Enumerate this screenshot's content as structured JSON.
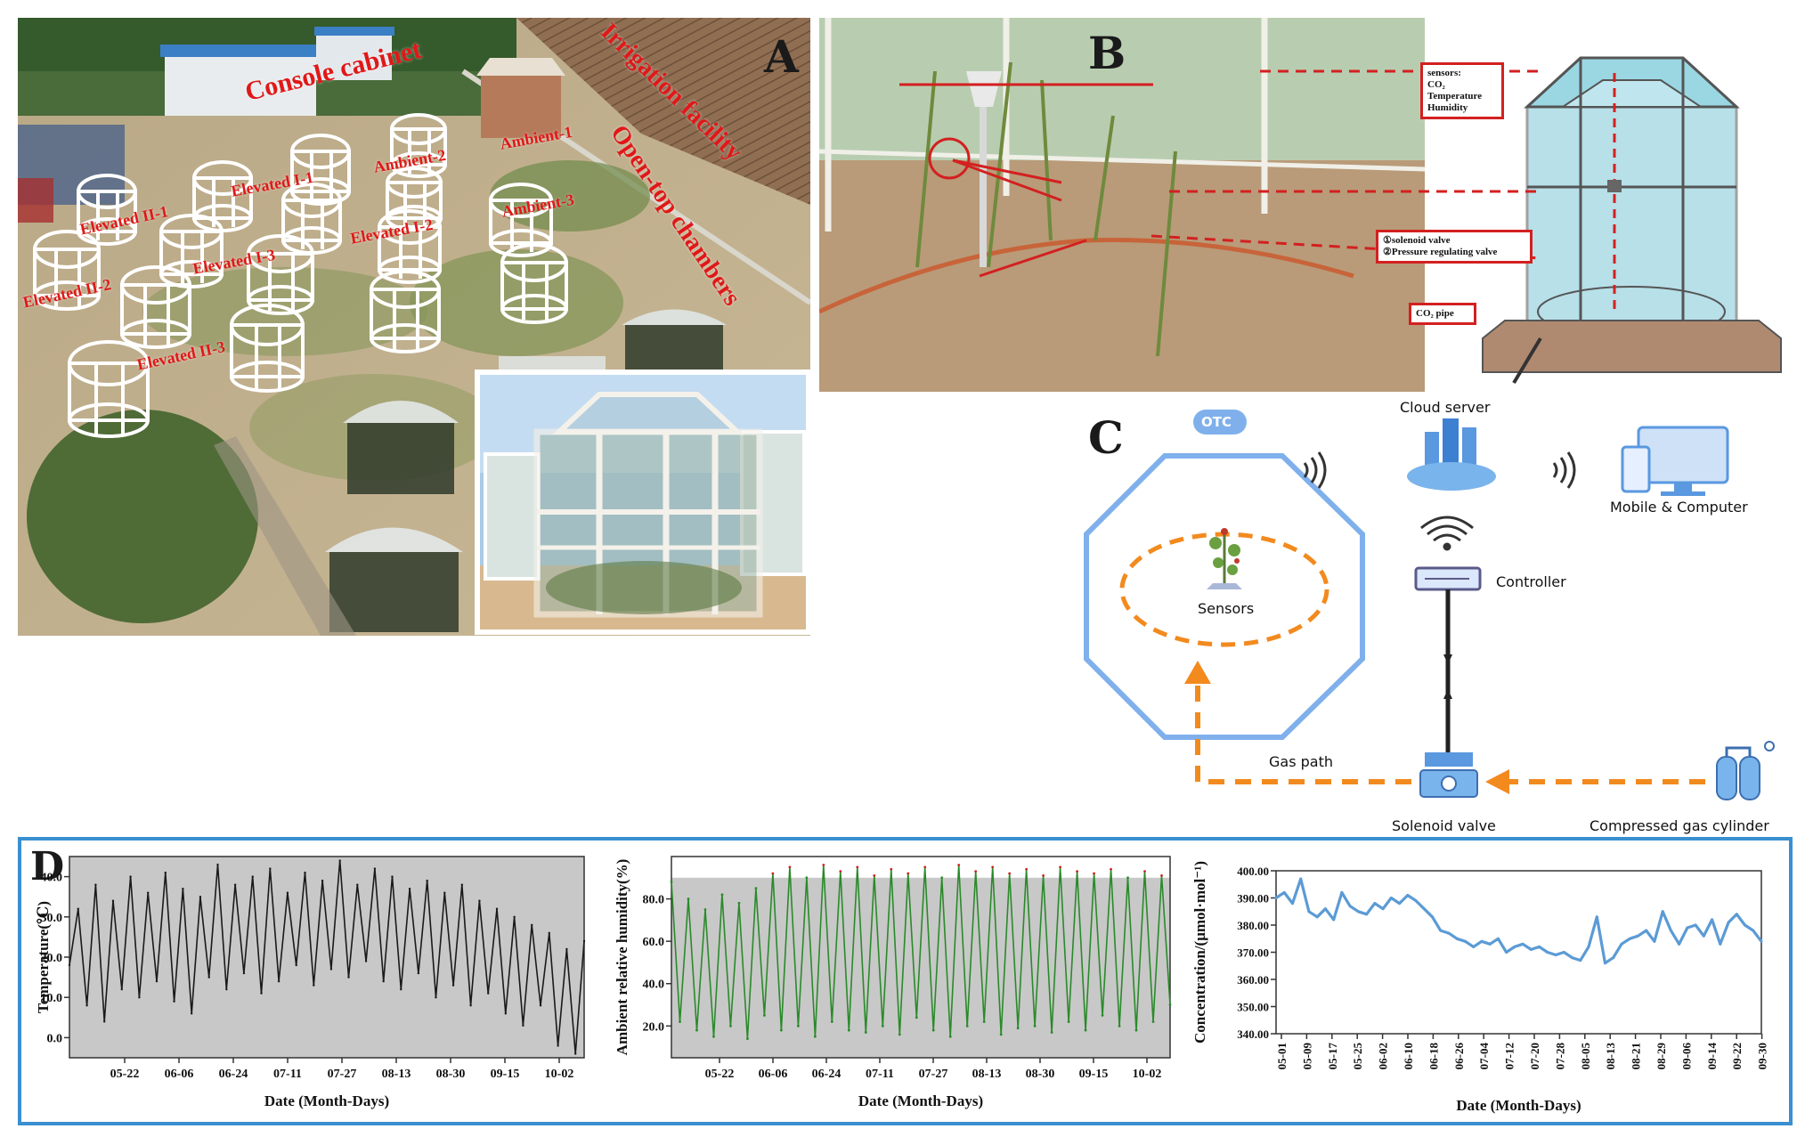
{
  "panelA": {
    "letter": "A",
    "labels": {
      "console": "Console cabinet",
      "irrigation": "Irrigation facility",
      "otc": "Open-top chambers",
      "ambient1": "Ambient-1",
      "ambient2": "Ambient-2",
      "ambient3": "Ambient-3",
      "elevI1": "Elevated I-1",
      "elevI2": "Elevated I-2",
      "elevI3": "Elevated I-3",
      "elevII1": "Elevated II-1",
      "elevII2": "Elevated II-2",
      "elevII3": "Elevated II-3"
    }
  },
  "panelB": {
    "letter": "B",
    "sensors_title": "sensors:",
    "sensors_co2": "CO₂",
    "sensors_temp": "Temperature",
    "sensors_hum": "Humidity",
    "valve1": "①solenoid valve",
    "valve2": "②Pressure regulating valve",
    "pipe": "CO₂ pipe"
  },
  "panelC": {
    "letter": "C",
    "otc_badge": "OTC",
    "sensors": "Sensors",
    "cloud": "Cloud server",
    "mobile": "Mobile & Computer",
    "controller": "Controller",
    "gas_path": "Gas path",
    "solenoid": "Solenoid valve",
    "cylinder": "Compressed gas cylinder"
  },
  "panelD": {
    "letter": "D"
  },
  "colors": {
    "frame_blue": "#3a8fd0",
    "label_red": "#e01818",
    "arrow_orange": "#f28a1e",
    "otc_blue": "#7fb0ec",
    "line_blue": "#5b9bd5"
  },
  "chart_data": [
    {
      "type": "line",
      "xlabel": "Date (Month-Days)",
      "ylabel": "Temperature(℃)",
      "x_ticks": [
        "05-22",
        "06-06",
        "06-24",
        "07-11",
        "07-27",
        "08-13",
        "08-30",
        "09-15",
        "10-02"
      ],
      "y_ticks": [
        "0.0",
        "10.0",
        "20.0",
        "30.0",
        "40.0"
      ],
      "ylim": [
        -5,
        45
      ],
      "series_color": "#1a1a1a",
      "values": [
        18,
        32,
        8,
        38,
        4,
        34,
        12,
        40,
        10,
        36,
        14,
        41,
        9,
        37,
        6,
        35,
        15,
        43,
        12,
        38,
        16,
        40,
        11,
        42,
        14,
        36,
        18,
        41,
        13,
        39,
        17,
        44,
        15,
        38,
        19,
        42,
        14,
        40,
        12,
        37,
        16,
        39,
        10,
        36,
        13,
        38,
        8,
        34,
        11,
        32,
        6,
        30,
        3,
        28,
        8,
        26,
        -2,
        22,
        -4,
        24
      ]
    },
    {
      "type": "line",
      "xlabel": "Date (Month-Days)",
      "ylabel": "Ambient relative humidity(%)",
      "x_ticks": [
        "05-22",
        "06-06",
        "06-24",
        "07-11",
        "07-27",
        "08-13",
        "08-30",
        "09-15",
        "10-02"
      ],
      "y_ticks": [
        "20.0",
        "40.0",
        "60.0",
        "80.0"
      ],
      "ylim": [
        5,
        100
      ],
      "threshold": 90,
      "series_color": "#2a8a2a",
      "exceed_color": "#cc2222",
      "values": [
        88,
        22,
        80,
        18,
        75,
        15,
        82,
        20,
        78,
        14,
        85,
        25,
        92,
        18,
        95,
        20,
        90,
        15,
        96,
        22,
        93,
        18,
        95,
        17,
        91,
        20,
        94,
        16,
        92,
        24,
        95,
        18,
        90,
        15,
        96,
        20,
        93,
        22,
        95,
        16,
        92,
        19,
        94,
        20,
        91,
        17,
        95,
        22,
        93,
        18,
        92,
        25,
        94,
        20,
        90,
        18,
        93,
        22,
        91,
        30
      ]
    },
    {
      "type": "line",
      "xlabel": "Date (Month-Days)",
      "ylabel": "Concentration/(μmol·mol⁻¹)",
      "x_ticks": [
        "05-01",
        "05-09",
        "05-17",
        "05-25",
        "06-02",
        "06-10",
        "06-18",
        "06-26",
        "07-04",
        "07-12",
        "07-20",
        "07-28",
        "08-05",
        "08-13",
        "08-21",
        "08-29",
        "09-06",
        "09-14",
        "09-22",
        "09-30"
      ],
      "y_ticks": [
        "340.00",
        "350.00",
        "360.00",
        "370.00",
        "380.00",
        "390.00",
        "400.00"
      ],
      "ylim": [
        340,
        400
      ],
      "series_color": "#5b9bd5",
      "values": [
        390,
        392,
        388,
        397,
        385,
        383,
        386,
        382,
        392,
        387,
        385,
        384,
        388,
        386,
        390,
        388,
        391,
        389,
        386,
        383,
        378,
        377,
        375,
        374,
        372,
        374,
        373,
        375,
        370,
        372,
        373,
        371,
        372,
        370,
        369,
        370,
        368,
        367,
        372,
        383,
        366,
        368,
        373,
        375,
        376,
        378,
        374,
        385,
        378,
        373,
        379,
        380,
        376,
        382,
        373,
        381,
        384,
        380,
        378,
        374
      ]
    }
  ]
}
